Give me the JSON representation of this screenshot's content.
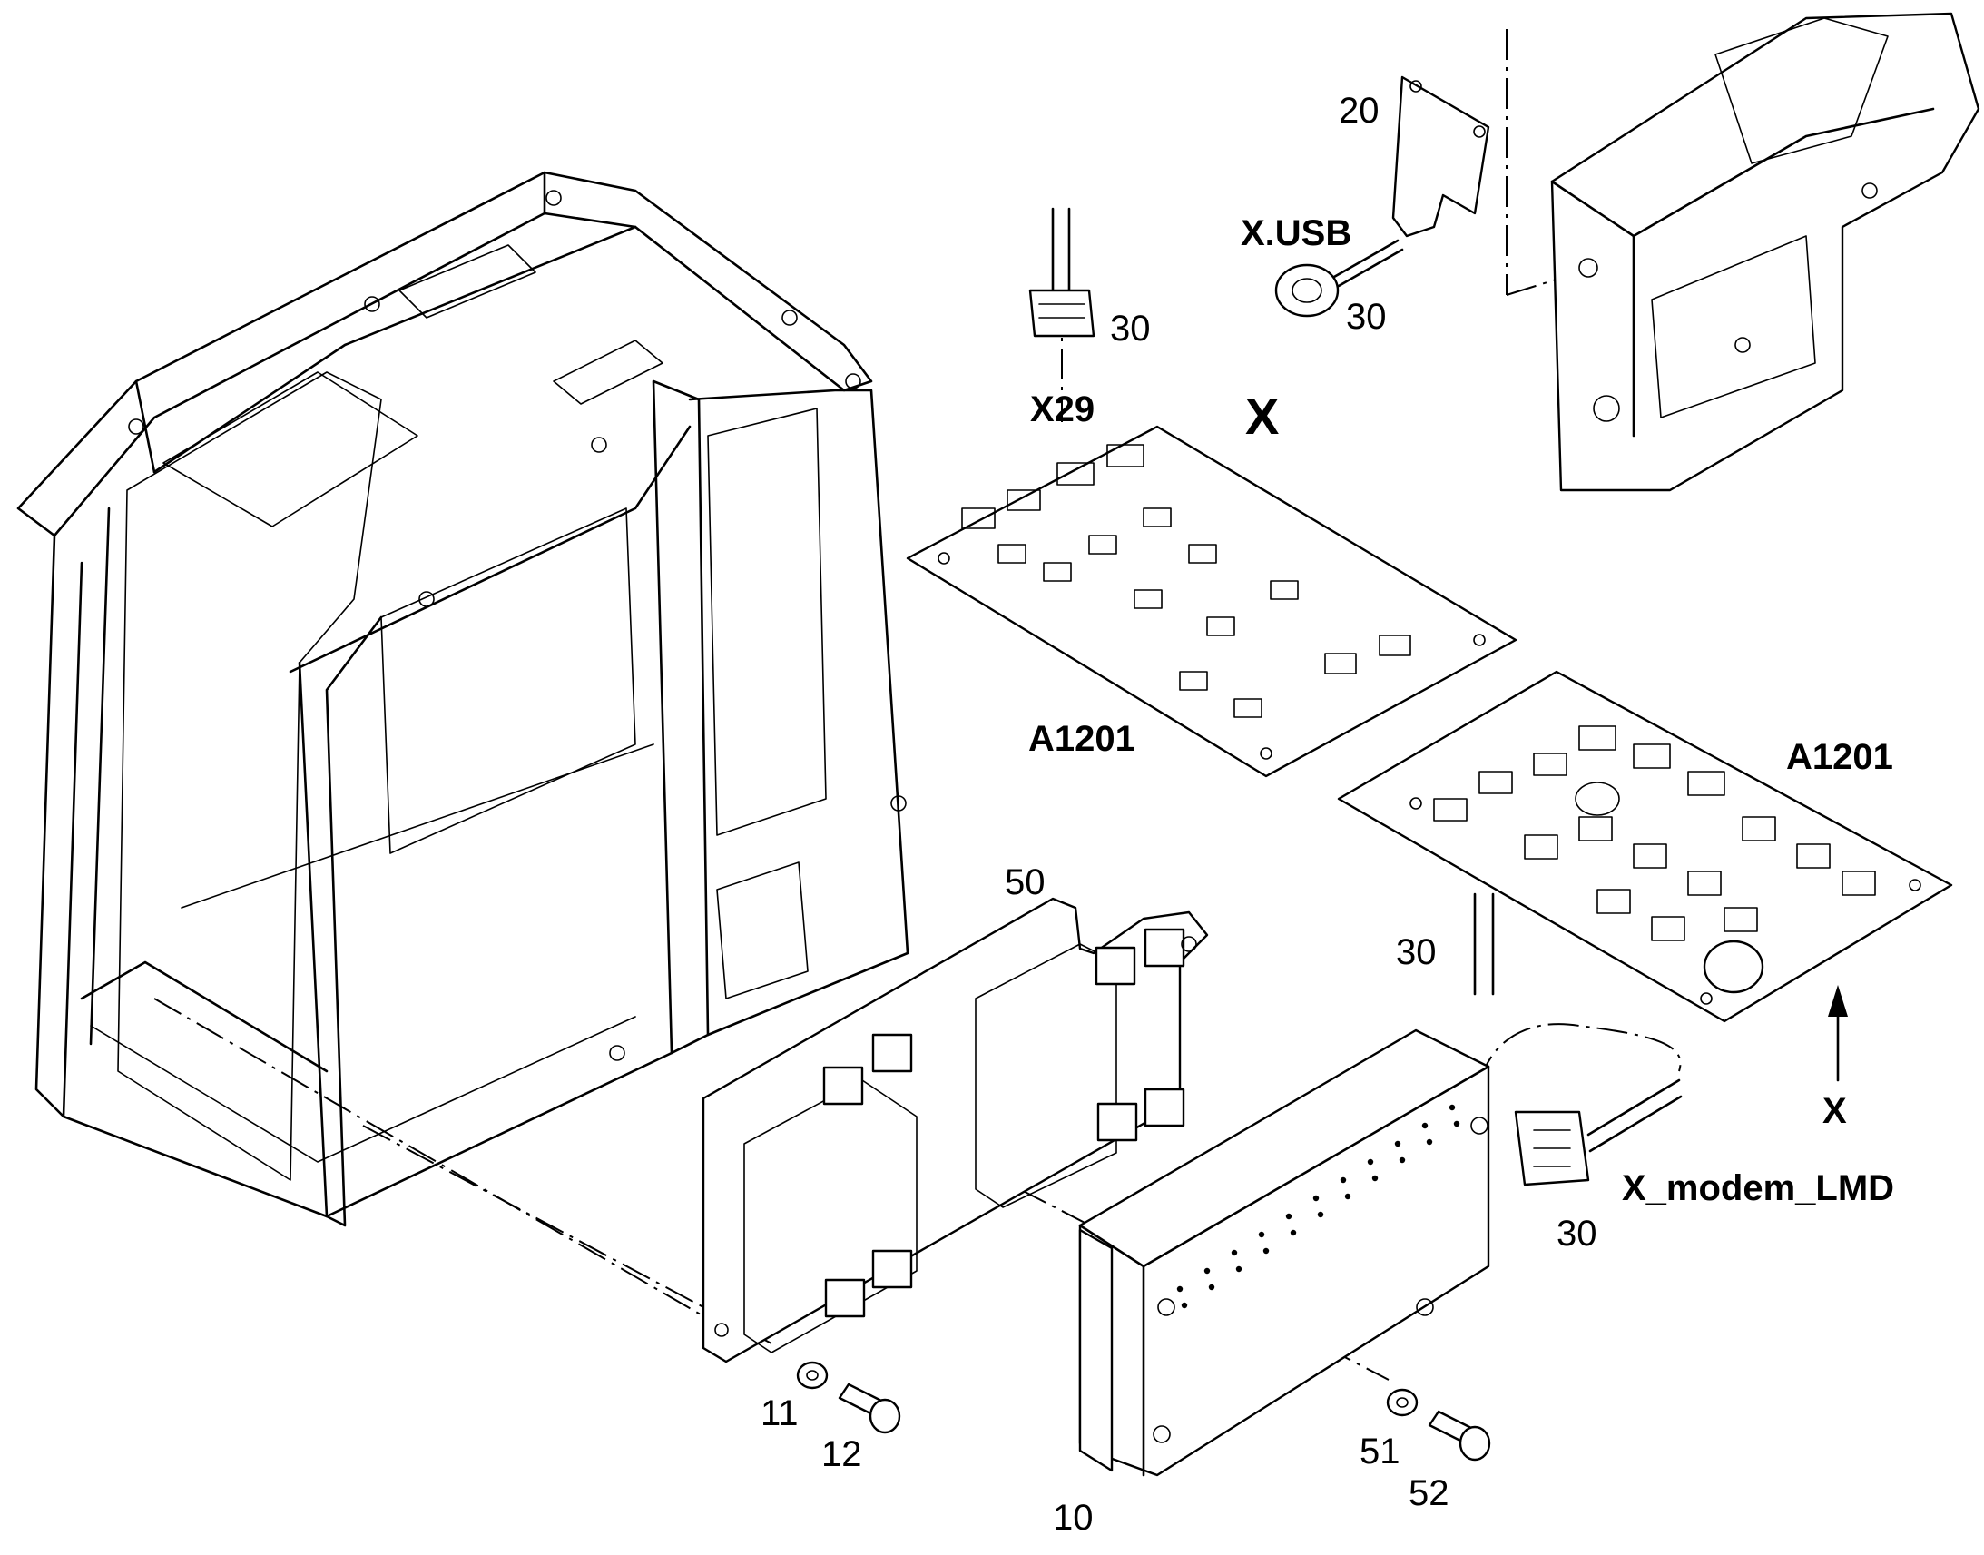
{
  "callouts": {
    "n10": "10",
    "n11": "11",
    "n12": "12",
    "n20": "20",
    "n30_x29": "30",
    "n30_usb": "30",
    "n30_cable": "30",
    "n30_modem": "30",
    "n50": "50",
    "n51": "51",
    "n52": "52"
  },
  "connectors": {
    "x29": "X29",
    "usb": "X.USB",
    "modem": "X_modem_LMD"
  },
  "boards": {
    "a1201_top": "A1201",
    "a1201_bottom": "A1201"
  },
  "view": {
    "marker_top": "X",
    "marker_arrow": "X"
  },
  "colors": {
    "ink": "#000000",
    "paper": "#ffffff"
  }
}
